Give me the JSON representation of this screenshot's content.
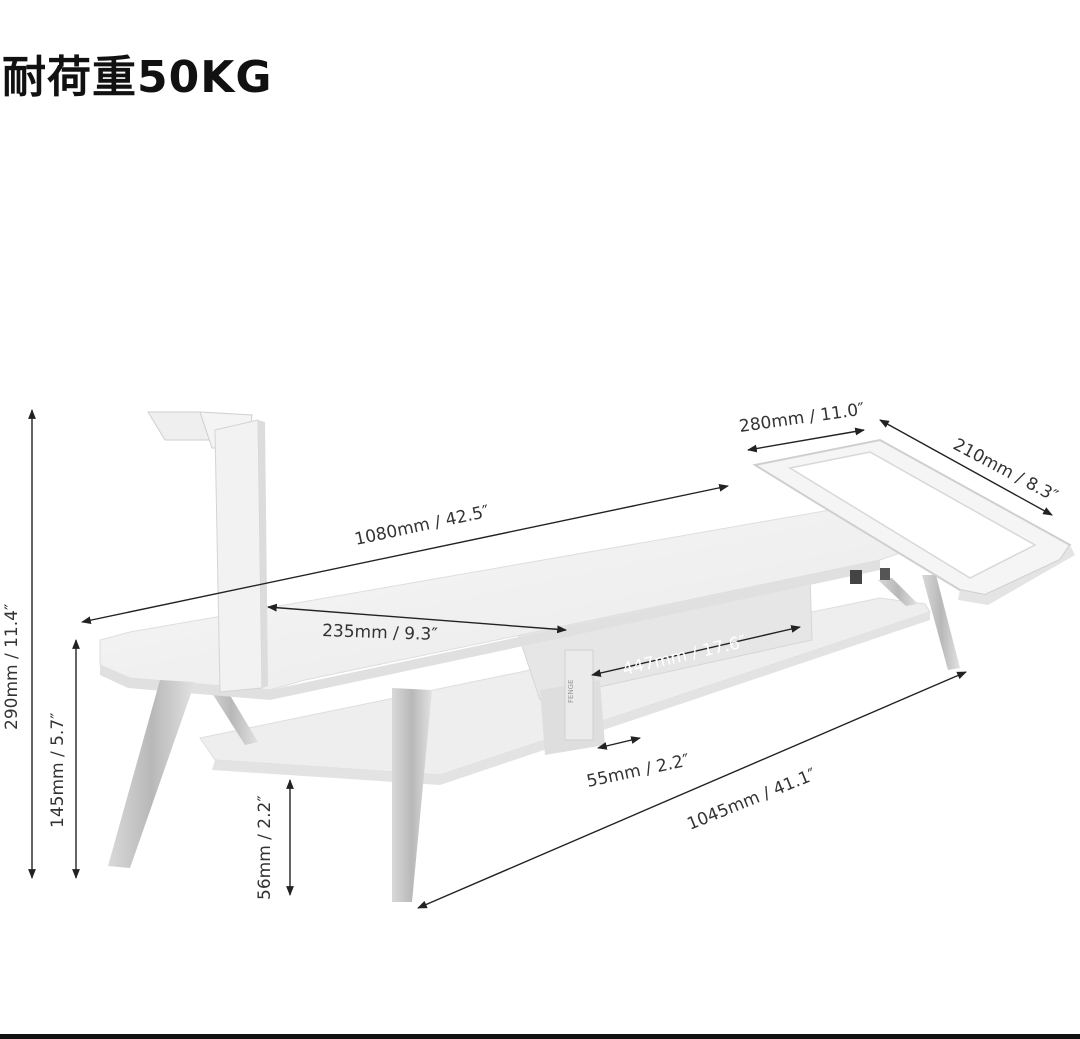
{
  "title": "耐荷重50KG",
  "dimensions": {
    "total_height": "290mm / 11.4″",
    "shelf_height": "145mm / 5.7″",
    "leg_clearance": "56mm / 2.2″",
    "total_length": "1080mm / 42.5″",
    "hook_offset": "235mm / 9.3″",
    "drawer_width": "447mm / 17.6″",
    "drawer_depth": "55mm / 2.2″",
    "base_length": "1045mm / 41.1″",
    "tray_width": "280mm / 11.0″",
    "tray_depth": "210mm / 8.3″"
  },
  "colors": {
    "product": "#f1f1f1",
    "product_edge": "#dcdcdc",
    "leg": "#c9c9c9",
    "dimension_line": "#222222"
  }
}
